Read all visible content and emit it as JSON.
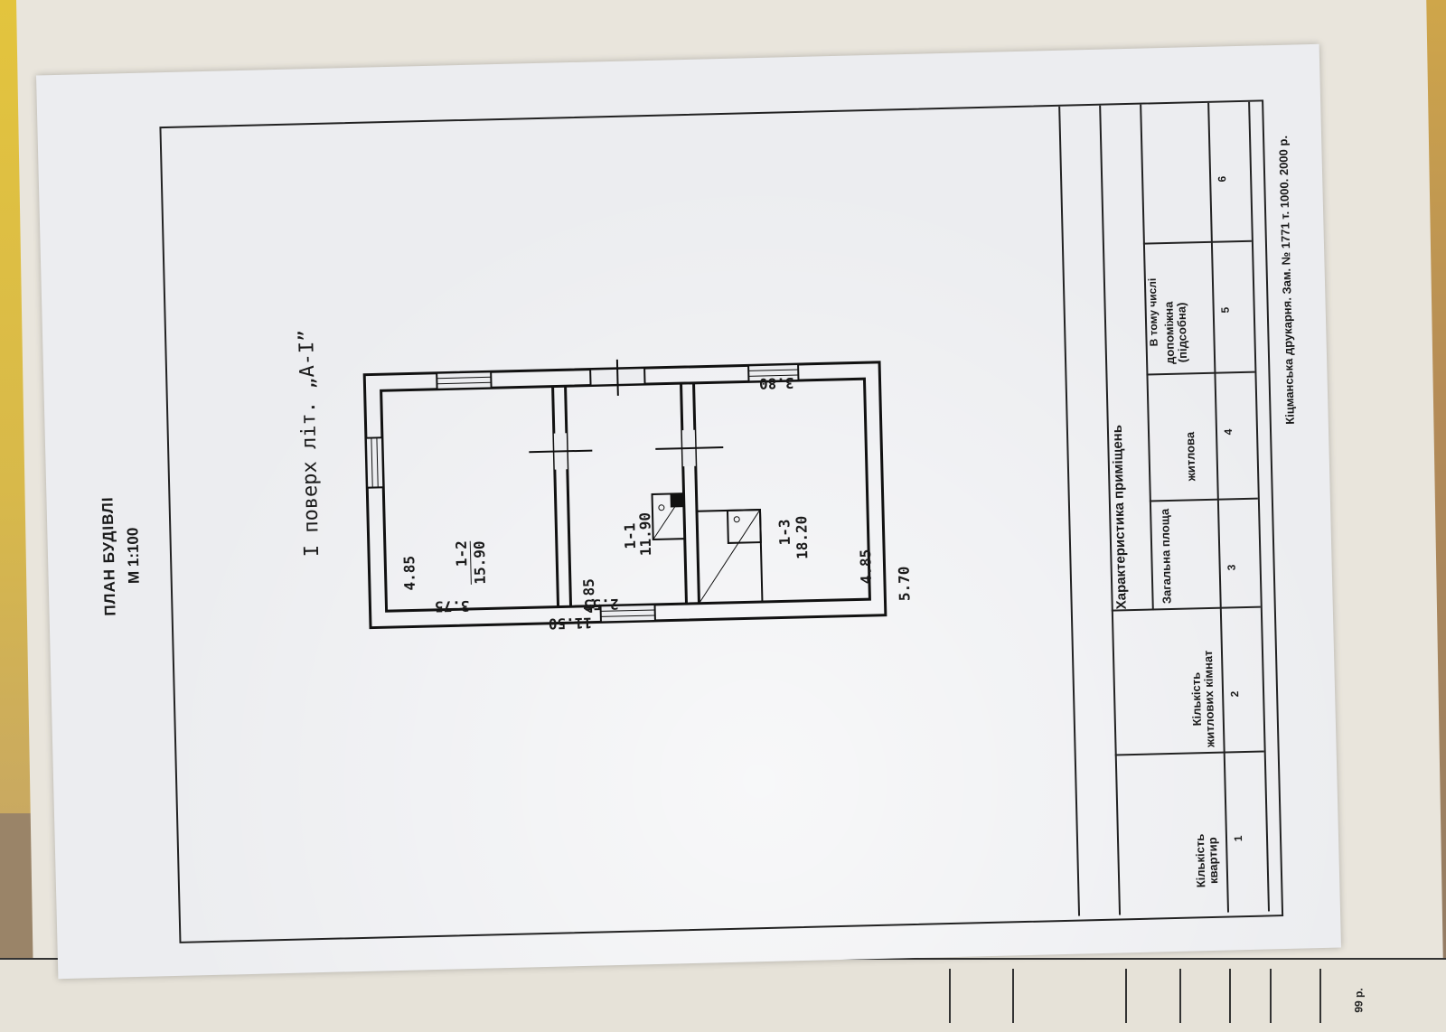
{
  "document": {
    "title": "ПЛАН БУДІВЛІ",
    "scale": "М 1:100",
    "floor_title": "I поверх літ. „А-I”"
  },
  "rooms": [
    {
      "id": "1-2",
      "area": "15.90"
    },
    {
      "id": "1-1",
      "area": "11.90"
    },
    {
      "id": "1-3",
      "area": "18.20"
    }
  ],
  "dimensions": {
    "total_length": "11.50",
    "total_width": "5.70",
    "room_1_2_width": "4.85",
    "room_1_2_length": "3.75",
    "room_1_1_width": "4.85",
    "room_1_1_length": "2.55",
    "room_1_3_width": "4.85",
    "room_1_3_length": "3.80"
  },
  "table": {
    "title": "Характеристика приміщень",
    "subheader": "В тому числі",
    "columns": [
      {
        "label": "Кількість\nквартир",
        "num": "1"
      },
      {
        "label": "Кількість\nжитлових кімнат",
        "num": "2"
      },
      {
        "label": "Загальна площа",
        "num": "3"
      },
      {
        "label": "житлова",
        "num": "4"
      },
      {
        "label": "допоміжна\n(підсобна)",
        "num": "5"
      },
      {
        "label": "",
        "num": "6"
      }
    ]
  },
  "printer_note": "Кіцманська друкарня. Зам. № 1771 т. 1000. 2000 р.",
  "bottom_sheet_text": "99 р."
}
